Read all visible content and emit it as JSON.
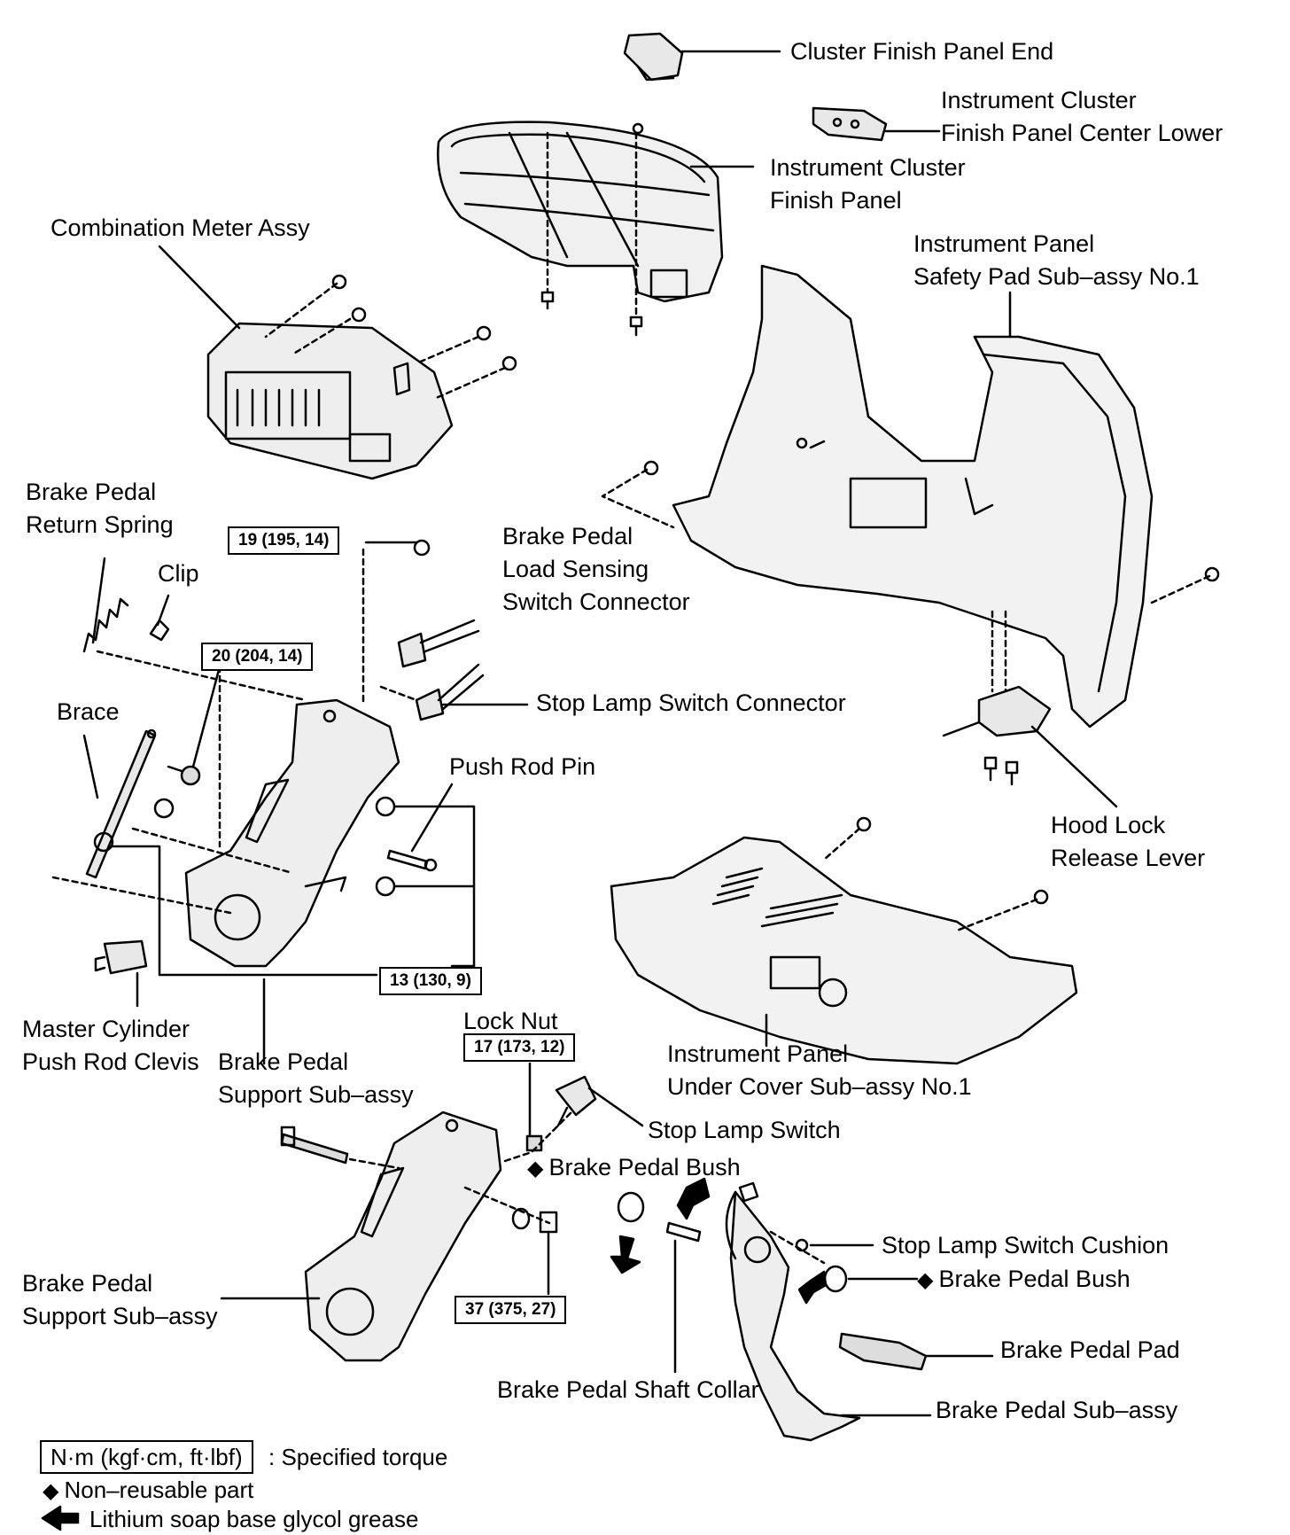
{
  "labels": {
    "cluster_finish_panel_end": "Cluster Finish Panel End",
    "instrument_cluster_center_lower_1": "Instrument Cluster",
    "instrument_cluster_center_lower_2": "Finish Panel Center Lower",
    "instrument_cluster_finish_panel_1": "Instrument Cluster",
    "instrument_cluster_finish_panel_2": "Finish Panel",
    "combination_meter_assy": "Combination Meter Assy",
    "instrument_panel_safety_pad_1": "Instrument Panel",
    "instrument_panel_safety_pad_2": "Safety Pad Sub–assy No.1",
    "brake_pedal_return_spring_1": "Brake Pedal",
    "brake_pedal_return_spring_2": "Return Spring",
    "clip": "Clip",
    "brake_pedal_load_sensing_1": "Brake Pedal",
    "brake_pedal_load_sensing_2": "Load Sensing",
    "brake_pedal_load_sensing_3": "Switch Connector",
    "stop_lamp_switch_connector": "Stop Lamp Switch Connector",
    "brace": "Brace",
    "push_rod_pin": "Push Rod Pin",
    "hood_lock_release_lever_1": "Hood Lock",
    "hood_lock_release_lever_2": "Release Lever",
    "master_cylinder_clevis_1": "Master Cylinder",
    "master_cylinder_clevis_2": "Push Rod Clevis",
    "brake_pedal_support_upper_1": "Brake Pedal",
    "brake_pedal_support_upper_2": "Support Sub–assy",
    "lock_nut": "Lock Nut",
    "instrument_panel_under_cover_1": "Instrument Panel",
    "instrument_panel_under_cover_2": "Under Cover Sub–assy No.1",
    "stop_lamp_switch": "Stop Lamp Switch",
    "brake_pedal_bush_1": "Brake Pedal Bush",
    "stop_lamp_switch_cushion": "Stop Lamp Switch Cushion",
    "brake_pedal_bush_2": "Brake Pedal Bush",
    "brake_pedal_support_lower_1": "Brake Pedal",
    "brake_pedal_support_lower_2": "Support Sub–assy",
    "brake_pedal_pad": "Brake Pedal Pad",
    "brake_pedal_shaft_collar": "Brake Pedal Shaft Collar",
    "brake_pedal_sub_assy": "Brake Pedal Sub–assy"
  },
  "torque": {
    "t19": "19 (195, 14)",
    "t20": "20 (204, 14)",
    "t13": "13 (130, 9)",
    "t17": "17 (173, 12)",
    "t37": "37 (375, 27)"
  },
  "legend": {
    "torque_unit": "N·m (kgf·cm, ft·lbf)",
    "torque_desc": ": Specified torque",
    "non_reusable": "Non–reusable part",
    "grease": "Lithium soap base glycol grease"
  },
  "symbols": {
    "diamond": "◆"
  }
}
